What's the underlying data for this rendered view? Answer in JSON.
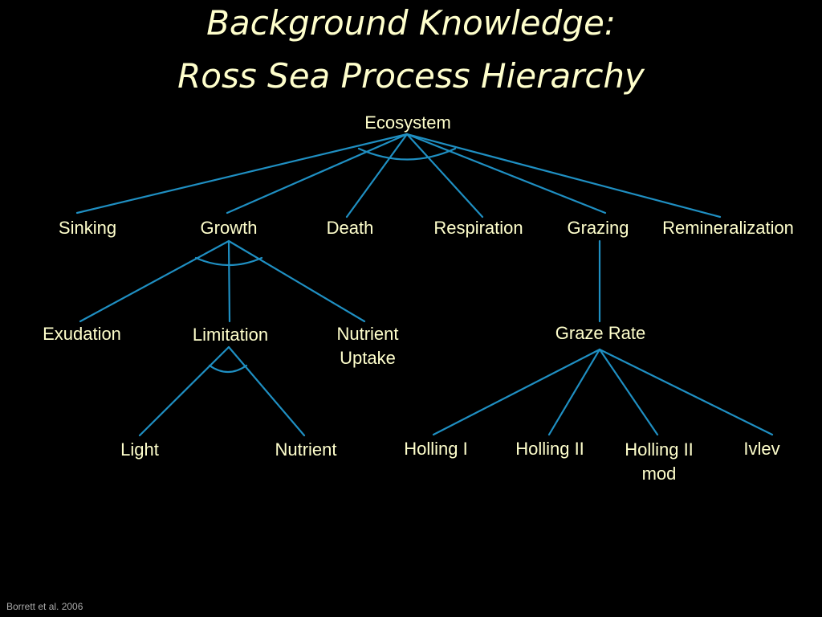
{
  "title": {
    "line1": "Background Knowledge:",
    "line2": "Ross Sea Process Hierarchy"
  },
  "colors": {
    "background": "#000000",
    "text": "#ffffcc",
    "connector": "#1f8fc2"
  },
  "hierarchy": {
    "root": "Ecosystem",
    "processes": [
      "Sinking",
      "Growth",
      "Death",
      "Respiration",
      "Grazing",
      "Remineralization"
    ],
    "growth_children": [
      "Exudation",
      "Limitation",
      "Nutrient\nUptake"
    ],
    "limitation_children": [
      "Light",
      "Nutrient"
    ],
    "grazing_children": [
      "Graze Rate"
    ],
    "graze_rate_children": [
      "Holling I",
      "Holling II",
      "Holling II\nmod",
      "Ivlev"
    ]
  },
  "citation": "Borrett et al. 2006"
}
